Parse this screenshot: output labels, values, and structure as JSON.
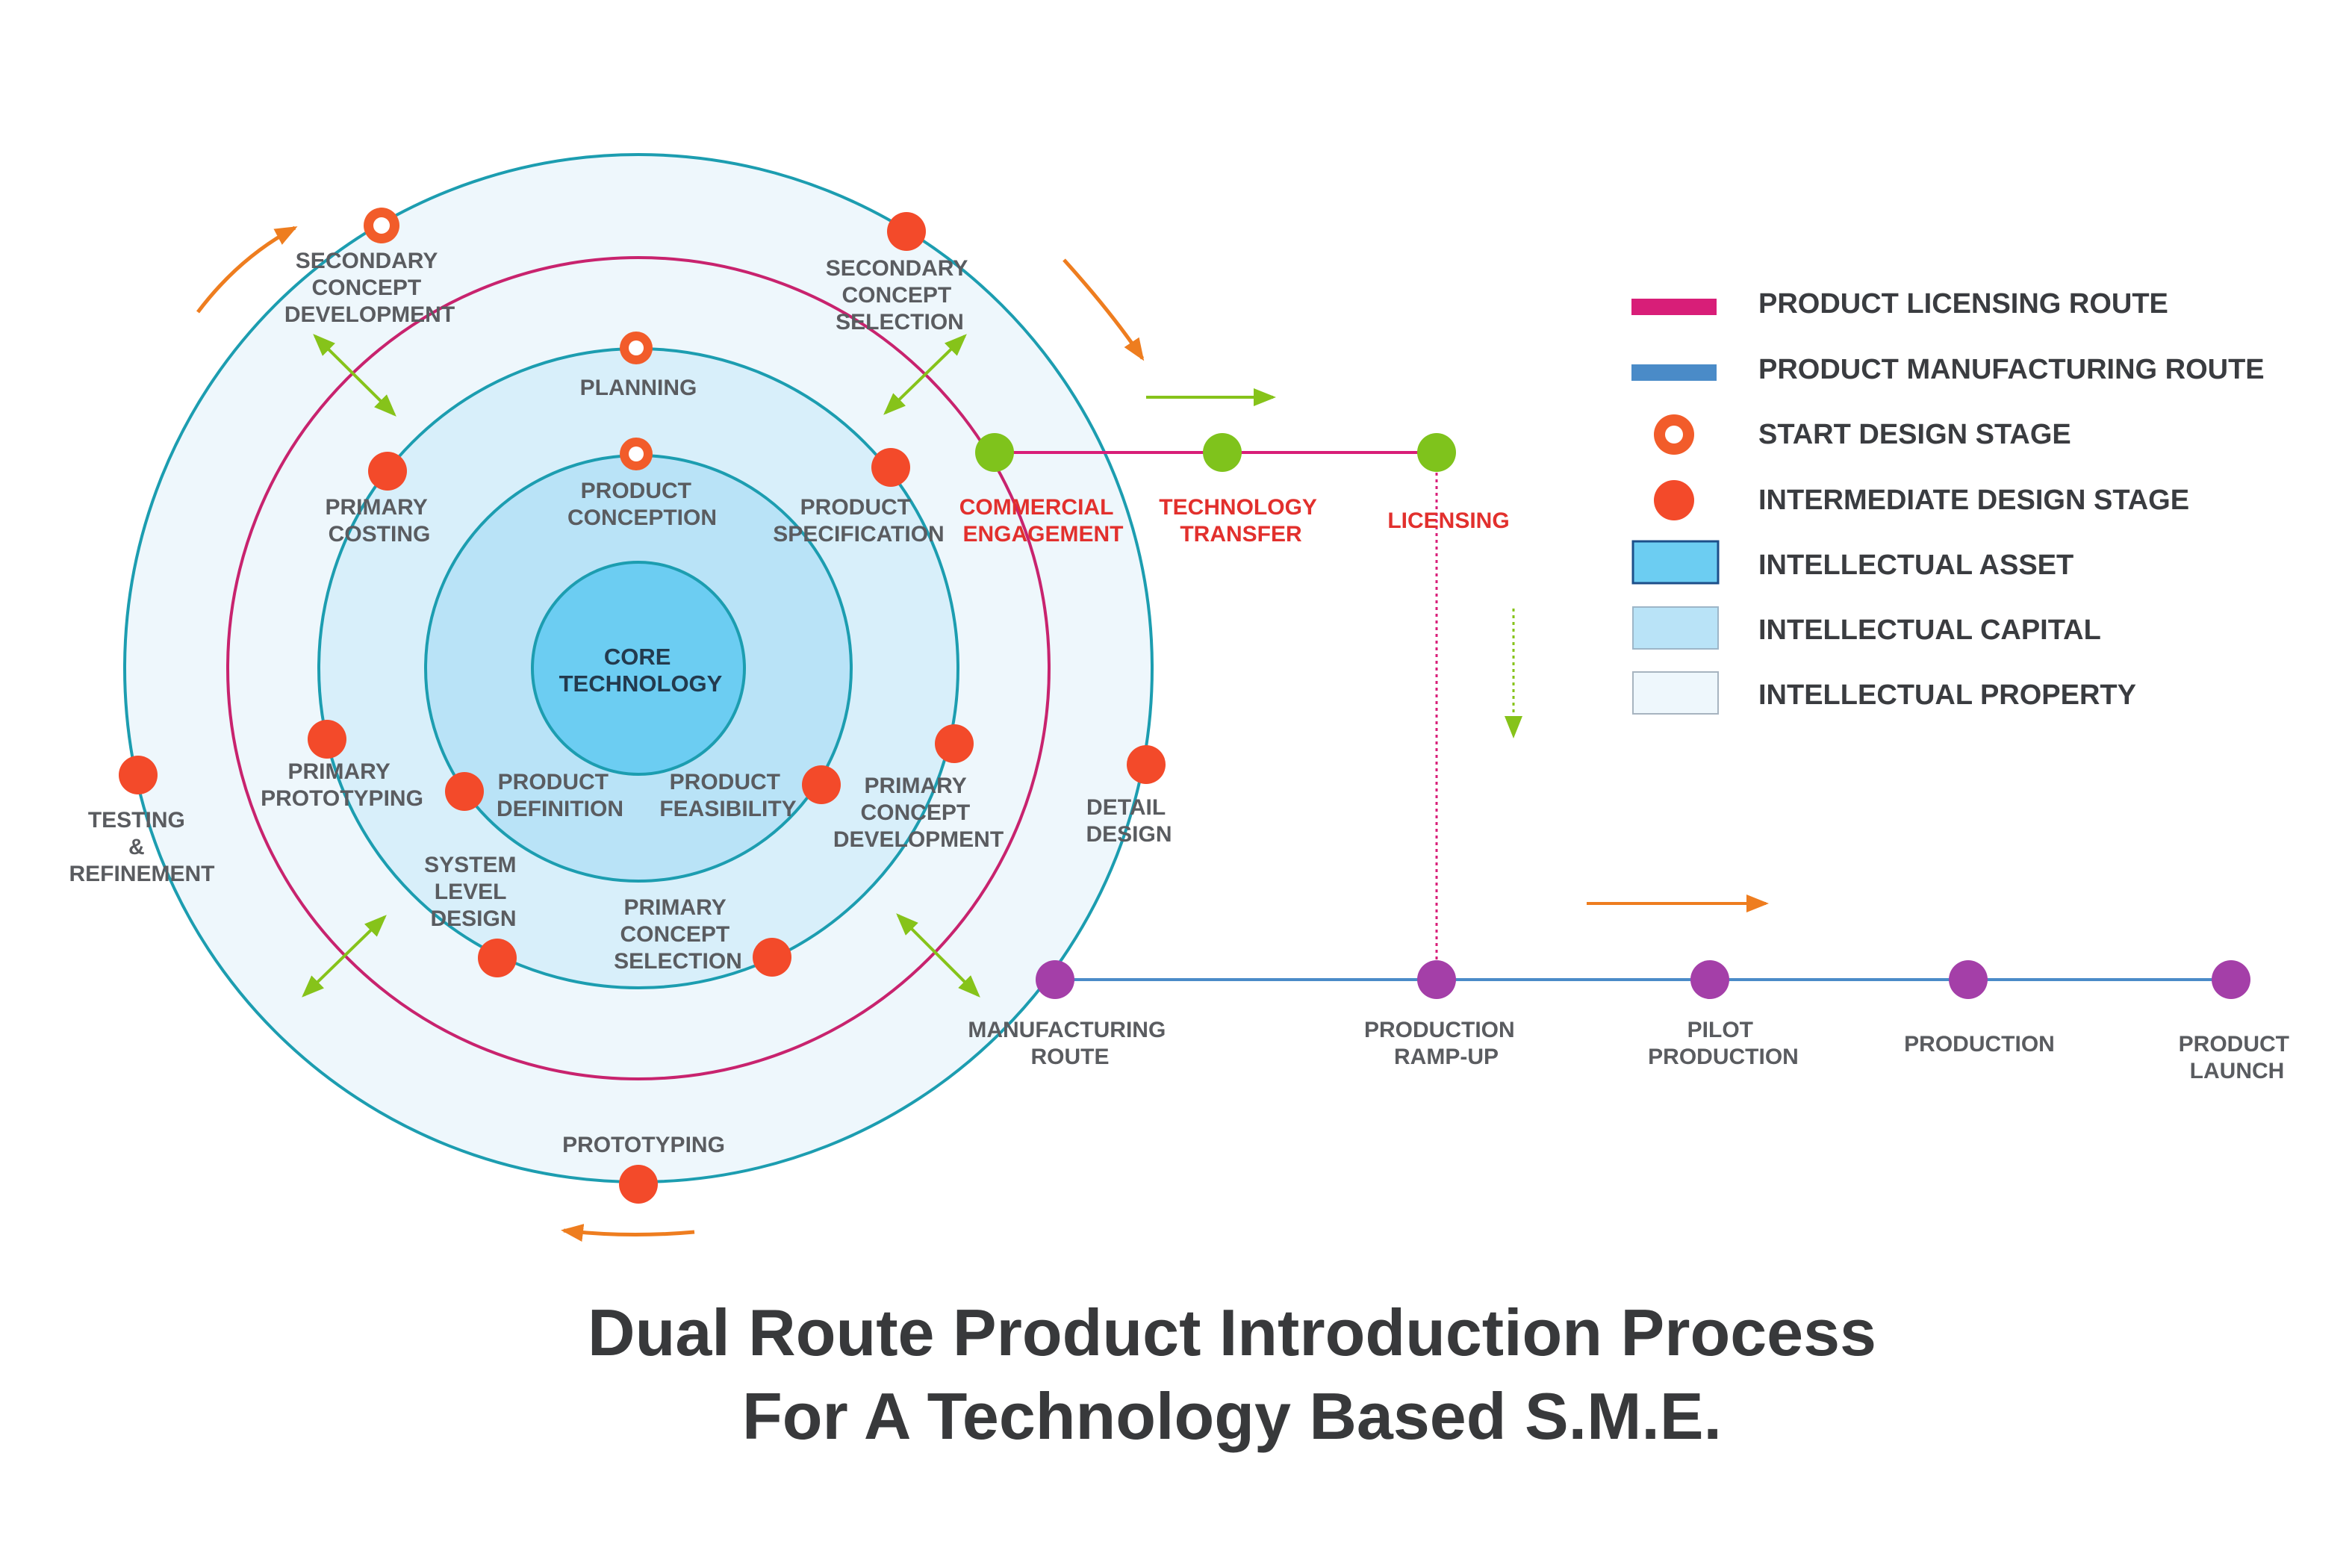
{
  "title": {
    "line1": "Dual Route Product Introduction Process",
    "line2": "For A Technology Based S.M.E."
  },
  "colors": {
    "licensing_route": "#d81e78",
    "manufacturing_route": "#4a8bc8",
    "start_stage": "#f25c2a",
    "intermediate_stage": "#f34a2a",
    "intellectual_asset": "#6ccdf2",
    "intellectual_capital": "#b9e3f7",
    "intellectual_property": "#eef7fc",
    "ring_teal": "#1c9db0",
    "ring_magenta": "#c8236e",
    "licensing_node": "#7fc31c",
    "manufacturing_node": "#a43fa8",
    "orange_arrow": "#ee7d1f",
    "green_arrow": "#86c31a",
    "route_label_red": "#e2302d"
  },
  "legend": [
    {
      "label": "PRODUCT LICENSING ROUTE",
      "icon": "magenta-bar-icon"
    },
    {
      "label": "PRODUCT MANUFACTURING ROUTE",
      "icon": "blue-bar-icon"
    },
    {
      "label": "START DESIGN STAGE",
      "icon": "hollow-orange-circle-icon"
    },
    {
      "label": "INTERMEDIATE DESIGN STAGE",
      "icon": "solid-orange-circle-icon"
    },
    {
      "label": "INTELLECTUAL ASSET",
      "icon": "blue-square-icon"
    },
    {
      "label": "INTELLECTUAL CAPITAL",
      "icon": "light-blue-square-icon"
    },
    {
      "label": "INTELLECTUAL PROPERTY",
      "icon": "pale-blue-square-icon"
    }
  ],
  "core": {
    "line1": "CORE",
    "line2": "TECHNOLOGY"
  },
  "stages": {
    "product_conception": {
      "lines": [
        "PRODUCT",
        "CONCEPTION"
      ],
      "type": "start"
    },
    "product_definition": {
      "lines": [
        "PRODUCT",
        "DEFINITION"
      ],
      "type": "intermediate"
    },
    "product_feasibility": {
      "lines": [
        "PRODUCT",
        "FEASIBILITY"
      ],
      "type": "intermediate"
    },
    "planning": {
      "lines": [
        "PLANNING"
      ],
      "type": "start"
    },
    "primary_costing": {
      "lines": [
        "PRIMARY",
        "COSTING"
      ],
      "type": "intermediate"
    },
    "product_specification": {
      "lines": [
        "PRODUCT",
        "SPECIFICATION"
      ],
      "type": "intermediate"
    },
    "primary_prototyping": {
      "lines": [
        "PRIMARY",
        "PROTOTYPING"
      ],
      "type": "intermediate"
    },
    "primary_concept_development": {
      "lines": [
        "PRIMARY",
        "CONCEPT",
        "DEVELOPMENT"
      ],
      "type": "intermediate"
    },
    "system_level_design": {
      "lines": [
        "SYSTEM",
        "LEVEL",
        "DESIGN"
      ],
      "type": "intermediate"
    },
    "primary_concept_selection": {
      "lines": [
        "PRIMARY",
        "CONCEPT",
        "SELECTION"
      ],
      "type": "intermediate"
    },
    "secondary_concept_development": {
      "lines": [
        "SECONDARY",
        "CONCEPT",
        "DEVELOPMENT"
      ],
      "type": "start"
    },
    "secondary_concept_selection": {
      "lines": [
        "SECONDARY",
        "CONCEPT",
        "SELECTION"
      ],
      "type": "intermediate"
    },
    "testing_refinement": {
      "lines": [
        "TESTING",
        "&",
        "REFINEMENT"
      ],
      "type": "intermediate"
    },
    "detail_design": {
      "lines": [
        "DETAIL",
        "DESIGN"
      ],
      "type": "intermediate"
    },
    "prototyping": {
      "lines": [
        "PROTOTYPING"
      ],
      "type": "intermediate"
    }
  },
  "licensing_route": [
    {
      "lines": [
        "COMMERCIAL",
        "ENGAGEMENT"
      ]
    },
    {
      "lines": [
        "TECHNOLOGY",
        "TRANSFER"
      ]
    },
    {
      "lines": [
        "LICENSING"
      ]
    }
  ],
  "manufacturing_route": [
    {
      "lines": [
        "MANUFACTURING",
        "ROUTE"
      ]
    },
    {
      "lines": [
        "PRODUCTION",
        "RAMP-UP"
      ]
    },
    {
      "lines": [
        "PILOT",
        "PRODUCTION"
      ]
    },
    {
      "lines": [
        "PRODUCTION"
      ]
    },
    {
      "lines": [
        "PRODUCT",
        "LAUNCH"
      ]
    }
  ]
}
